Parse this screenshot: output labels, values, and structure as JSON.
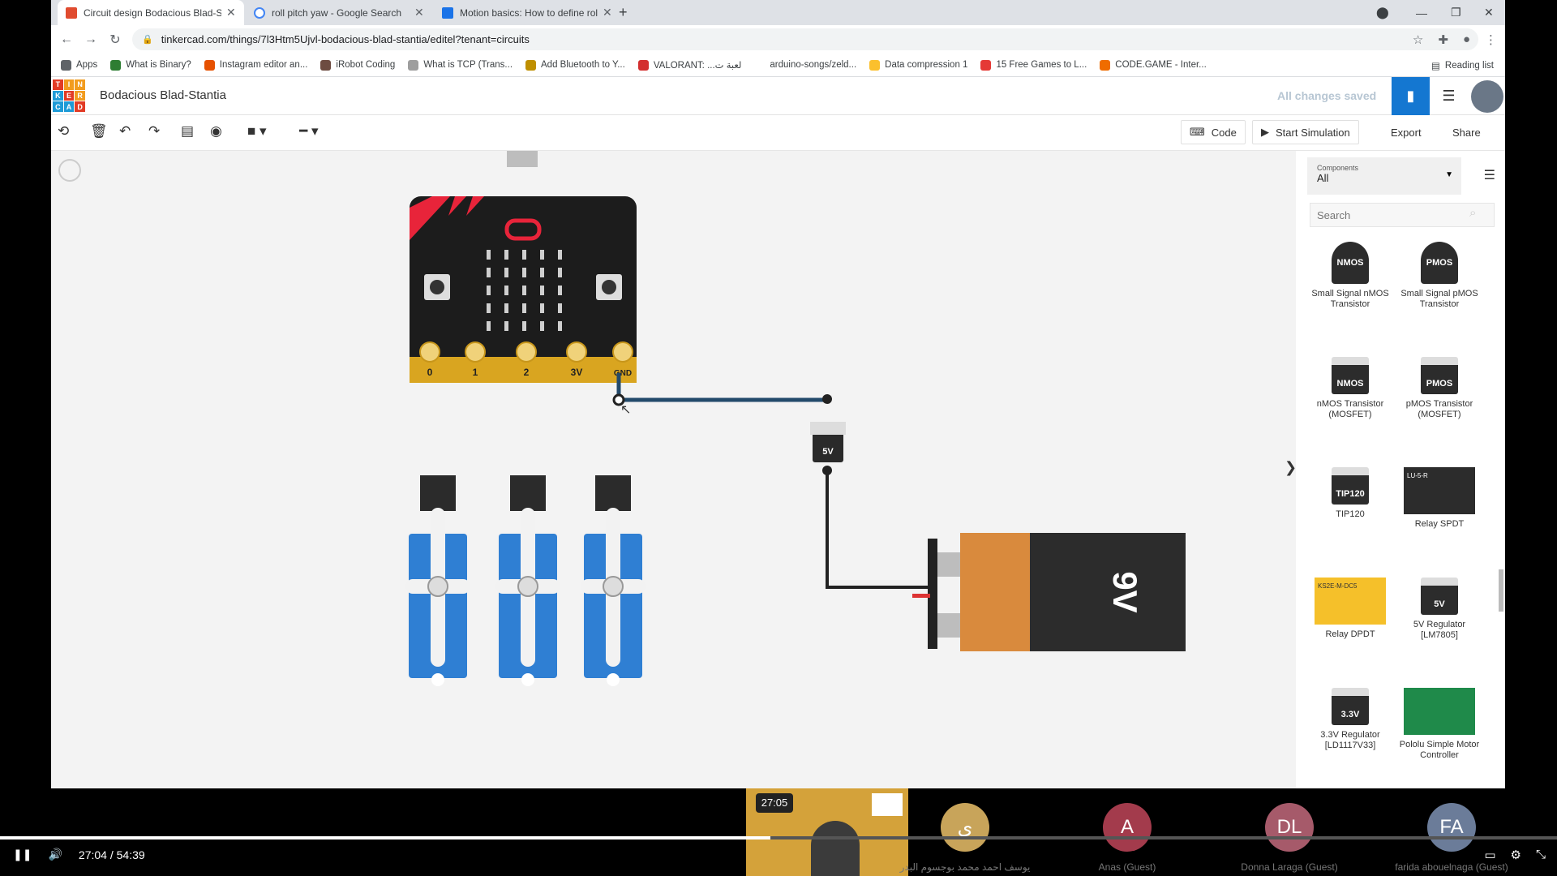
{
  "tabs": [
    {
      "label": "Circuit design Bodacious Blad-Stantia",
      "color": "#e04b2f"
    },
    {
      "label": "roll pitch yaw - Google Search",
      "color": "#4285f4"
    },
    {
      "label": "Motion basics: How to define roll",
      "color": "#1a73e8"
    }
  ],
  "tab_plus": "+",
  "address": "tinkercad.com/things/7l3Htm5Ujvl-bodacious-blad-stantia/editel?tenant=circuits",
  "bookmarks": [
    {
      "label": "Apps",
      "color": "#5f6368"
    },
    {
      "label": "What is Binary?",
      "color": "#2e7d32"
    },
    {
      "label": "Instagram editor an...",
      "color": "#e65100"
    },
    {
      "label": "iRobot Coding",
      "color": "#6d4c41"
    },
    {
      "label": "What is TCP (Trans...",
      "color": "#9e9e9e"
    },
    {
      "label": "Add Bluetooth to Y...",
      "color": "#bf8f00"
    },
    {
      "label": "VALORANT: ...لعبة ت",
      "color": "#d32f2f"
    },
    {
      "label": "arduino-songs/zeld...",
      "color": "#ffffff"
    },
    {
      "label": "Data compression 1",
      "color": "#fbc02d"
    },
    {
      "label": "15 Free Games to L...",
      "color": "#e53935"
    },
    {
      "label": "CODE.GAME - Inter...",
      "color": "#ef6c00"
    }
  ],
  "reading_list": "Reading list",
  "logo_letters": [
    "T",
    "I",
    "N",
    "K",
    "E",
    "R",
    "C",
    "A",
    "D"
  ],
  "logo_colors": [
    "#e23b25",
    "#f29c1f",
    "#f29c1f",
    "#1e9bd7",
    "#e23b25",
    "#f29c1f",
    "#1e9bd7",
    "#1e9bd7",
    "#e23b25"
  ],
  "project_title": "Bodacious Blad-Stantia",
  "save_status": "All changes saved",
  "toolbar": {
    "code": "Code",
    "simulate": "Start Simulation",
    "export": "Export",
    "share": "Share"
  },
  "panel": {
    "select_label": "Components",
    "select_value": "All",
    "search_placeholder": "Search",
    "components": [
      {
        "name": "Small Signal nMOS Transistor",
        "chip": "NMOS"
      },
      {
        "name": "Small Signal pMOS Transistor",
        "chip": "PMOS"
      },
      {
        "name": "nMOS Transistor (MOSFET)",
        "chip": "NMOS"
      },
      {
        "name": "pMOS Transistor (MOSFET)",
        "chip": "PMOS"
      },
      {
        "name": "TIP120",
        "chip": "TIP120"
      },
      {
        "name": "Relay SPDT",
        "chip": "LU-5-R"
      },
      {
        "name": "Relay DPDT",
        "chip": "KS2E-M-DC5"
      },
      {
        "name": "5V Regulator [LM7805]",
        "chip": "5V"
      },
      {
        "name": "3.3V Regulator [LD1117V33]",
        "chip": "3.3V"
      },
      {
        "name": "Pololu Simple Motor Controller",
        "chip": ""
      }
    ]
  },
  "circuit": {
    "pins": [
      "0",
      "1",
      "2",
      "3V",
      "GND"
    ],
    "regulator_label": "5V",
    "battery_label": "9V"
  },
  "video": {
    "current": "27:04",
    "separator": "/",
    "duration": "54:39",
    "hover_time": "27:05",
    "progress": 0.495,
    "participants": [
      {
        "initial": "ي",
        "name": "يوسف احمد محمد بوجسوم البدر",
        "color": "#c8a45a"
      },
      {
        "initial": "A",
        "name": "Anas (Guest)",
        "color": "#a33b4c"
      },
      {
        "initial": "DL",
        "name": "Donna Laraga (Guest)",
        "color": "#a65a6a"
      },
      {
        "initial": "FA",
        "name": "farida abouelnaga (Guest)",
        "color": "#6b7c99"
      }
    ]
  }
}
